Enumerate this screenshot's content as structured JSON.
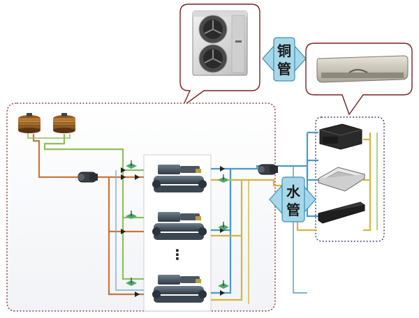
{
  "labels": {
    "copper_top": "铜",
    "copper_bottom": "管",
    "water_top": "水",
    "water_bottom": "管",
    "more_chillers": "⋮"
  },
  "icons": {
    "outdoor_unit": "outdoor-condenser-unit-icon",
    "indoor_wall_unit": "wall-mounted-ac-icon",
    "cooling_tower": "cooling-tower-icon",
    "chiller": "water-cooled-chiller-icon",
    "pump": "water-pump-icon",
    "valve": "valve-icon",
    "duct_unit": "ducted-fan-coil-icon",
    "cassette_unit": "ceiling-cassette-icon",
    "floor_unit": "floor-concealed-fan-coil-icon"
  },
  "colors": {
    "callout_border": "#7a1f1f",
    "system_border": "#8b1a1a",
    "terminal_border": "#1a1a5a",
    "arrow_fill": "#a8d8e8",
    "arrow_stroke": "#3a8fb7",
    "pipe_orange": "#c8763a",
    "pipe_green": "#8fbf5a",
    "pipe_blue": "#4a9ac8",
    "pipe_yellow": "#d4b43a"
  }
}
